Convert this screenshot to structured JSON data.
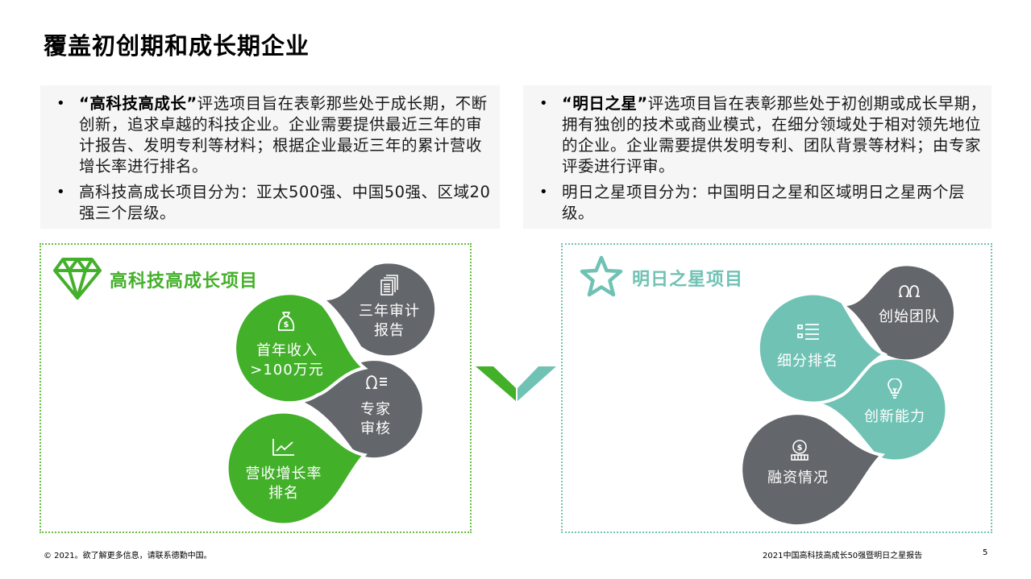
{
  "page": {
    "title": "覆盖初创期和成长期企业"
  },
  "left_box": {
    "bullets": [
      {
        "bold": "“高科技高成长”",
        "text": "评选项目旨在表彰那些处于成长期，不断创新，追求卓越的科技企业。企业需要提供最近三年的审计报告、发明专利等材料；根据企业最近三年的累计营收增长率进行排名。"
      },
      {
        "bold": "",
        "text": "高科技高成长项目分为：亚太500强、中国50强、区域20强三个层级。"
      }
    ]
  },
  "right_box": {
    "bullets": [
      {
        "bold": "“明日之星”",
        "text": "评选项目旨在表彰那些处于初创期或成长早期，拥有独创的技术或商业模式，在细分领域处于相对领先地位的企业。企业需要提供发明专利、团队背景等材料；由专家评委进行评审。"
      },
      {
        "bold": "",
        "text": "明日之星项目分为：中国明日之星和区域明日之星两个层级。"
      }
    ]
  },
  "left_panel": {
    "title": "高科技高成长项目",
    "icon": "diamond-icon",
    "color": "#43b02a",
    "items": [
      {
        "line1": "首年收入",
        "line2": ">100万元",
        "icon": "money-bag-icon",
        "color": "#43b02a"
      },
      {
        "line1": "三年审计",
        "line2": "报告",
        "icon": "documents-icon",
        "color": "#63666a"
      },
      {
        "line1": "专家",
        "line2": "审核",
        "icon": "expert-icon",
        "color": "#63666a"
      },
      {
        "line1": "营收增长率",
        "line2": "排名",
        "icon": "line-chart-icon",
        "color": "#43b02a"
      }
    ]
  },
  "right_panel": {
    "title": "明日之星项目",
    "icon": "star-icon",
    "color": "#6fc2b4",
    "items": [
      {
        "line1": "细分排名",
        "line2": "",
        "icon": "list-icon",
        "color": "#6fc2b4"
      },
      {
        "line1": "创始团队",
        "line2": "",
        "icon": "team-icon",
        "color": "#63666a"
      },
      {
        "line1": "创新能力",
        "line2": "",
        "icon": "lightbulb-icon",
        "color": "#6fc2b4"
      },
      {
        "line1": "融资情况",
        "line2": "",
        "icon": "coin-icon",
        "color": "#63666a"
      }
    ]
  },
  "center_chevron": {
    "left_color": "#43b02a",
    "right_color": "#6fc2b4"
  },
  "footer": {
    "copyright": "© 2021。欲了解更多信息，请联系德勤中国。",
    "report_title": "2021中国高科技高成长50强暨明日之星报告",
    "page_number": "5"
  }
}
